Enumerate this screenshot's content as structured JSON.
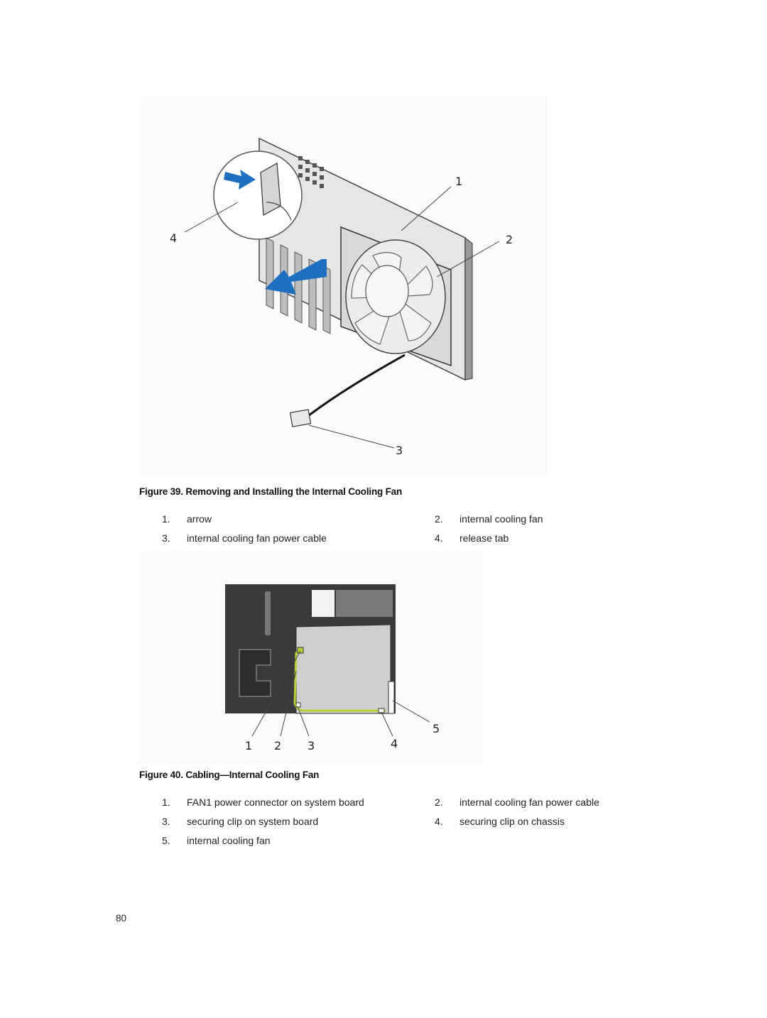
{
  "figure39": {
    "callouts": [
      "1",
      "2",
      "3",
      "4"
    ],
    "caption": "Figure 39. Removing and Installing the Internal Cooling Fan",
    "legend": [
      {
        "num": "1.",
        "text": "arrow"
      },
      {
        "num": "2.",
        "text": "internal cooling fan"
      },
      {
        "num": "3.",
        "text": "internal cooling fan power cable"
      },
      {
        "num": "4.",
        "text": "release tab"
      }
    ]
  },
  "figure40": {
    "callouts": [
      "1",
      "2",
      "3",
      "4",
      "5"
    ],
    "caption": "Figure 40. Cabling—Internal Cooling Fan",
    "legend": [
      {
        "num": "1.",
        "text": "FAN1 power connector on system board"
      },
      {
        "num": "2.",
        "text": "internal cooling fan power cable"
      },
      {
        "num": "3.",
        "text": "securing clip on system board"
      },
      {
        "num": "4.",
        "text": "securing clip on chassis"
      },
      {
        "num": "5.",
        "text": "internal cooling fan"
      }
    ]
  },
  "colors": {
    "arrow_blue": "#1f6fc0",
    "cable_green": "#b5d334",
    "panel_dark": "#3a3a3a",
    "board_gray": "#cfcfcf"
  },
  "page_number": "80"
}
